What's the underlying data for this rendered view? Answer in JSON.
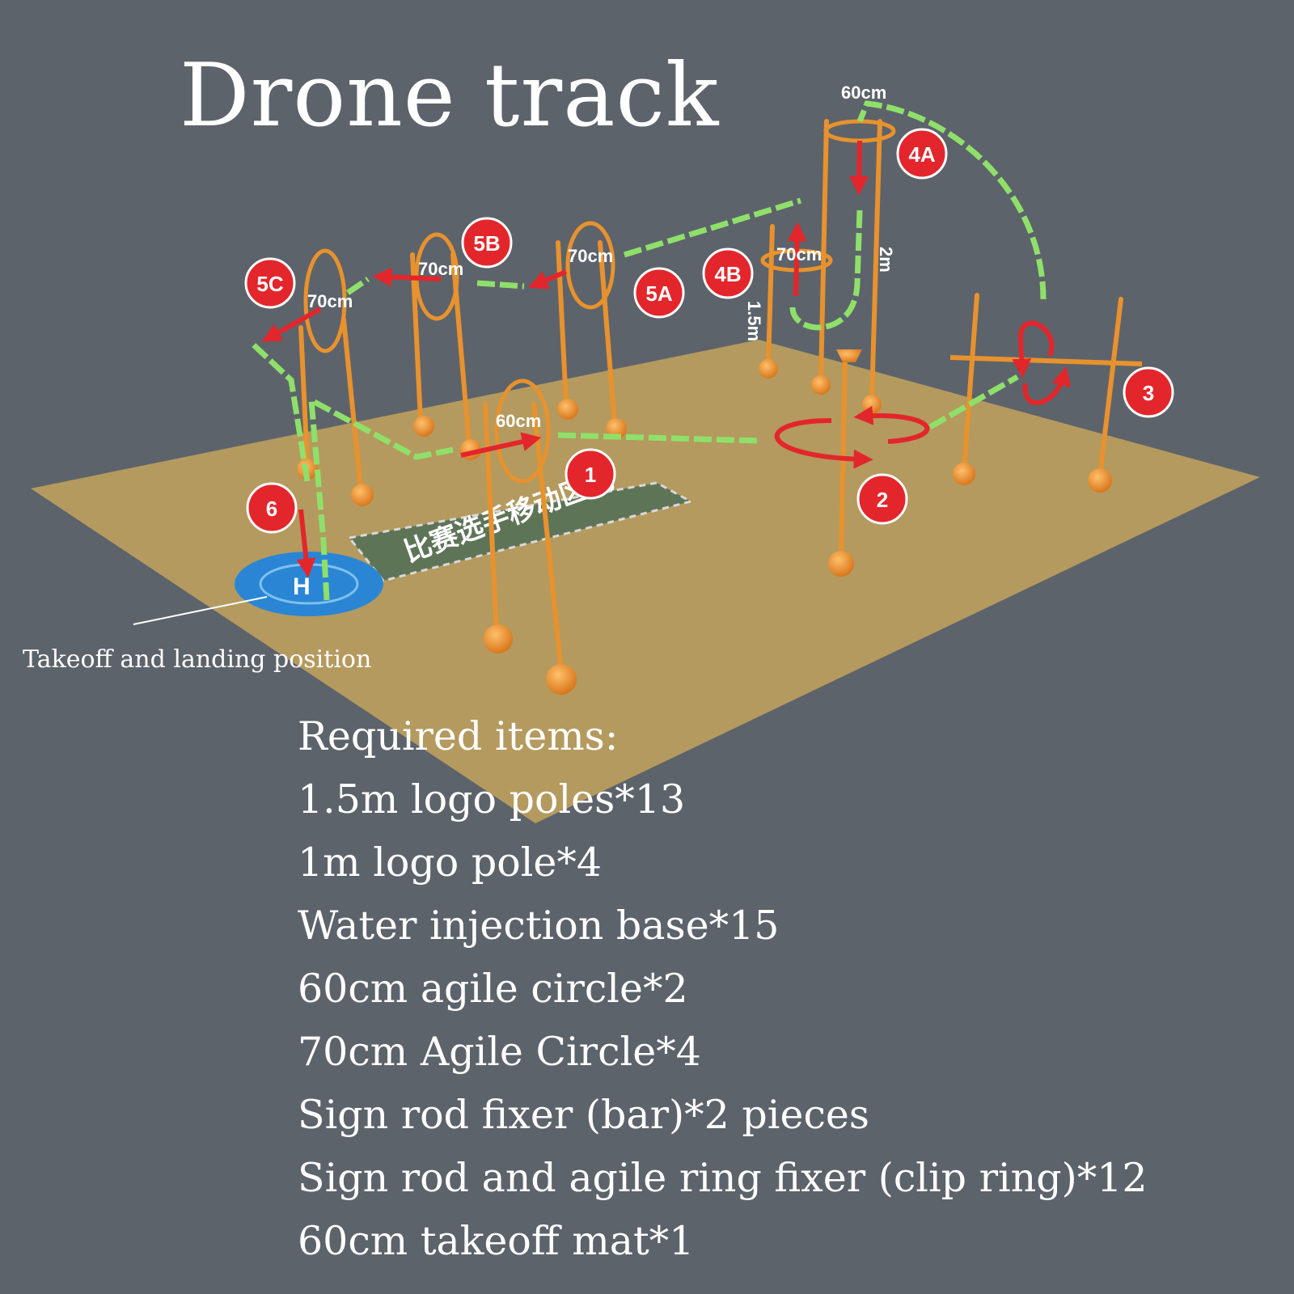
{
  "title": "Drone track",
  "caption": "Takeoff and landing position",
  "zone_text": "比赛选手移动区域",
  "required_items": [
    "Required items:",
    "1.5m logo poles*13",
    "1m logo pole*4",
    "Water injection base*15",
    "60cm agile circle*2",
    "70cm Agile Circle*4",
    "Sign rod fixer (bar)*2 pieces",
    "Sign rod and agile ring fixer (clip ring)*12",
    "60cm takeoff mat*1"
  ],
  "dimension_labels": {
    "ring_1": "60cm",
    "ring_5a": "70cm",
    "ring_5b": "70cm",
    "ring_5c": "70cm",
    "ring_4b": "70cm",
    "ring_4a": "60cm",
    "height_2m": "2m",
    "height_1_5m": "1.5m"
  },
  "badges": {
    "b1": "1",
    "b2": "2",
    "b3": "3",
    "b4a": "4A",
    "b4b": "4B",
    "b5a": "5A",
    "b5b": "5B",
    "b5c": "5C",
    "b6": "6"
  },
  "colors": {
    "background": "#5d636b",
    "floor": "#b49a5e",
    "pole": "#e8922e",
    "path": "#8fe06a",
    "arrow": "#e3262b",
    "mat": "#2a86d4",
    "zone": "#5e7457"
  }
}
